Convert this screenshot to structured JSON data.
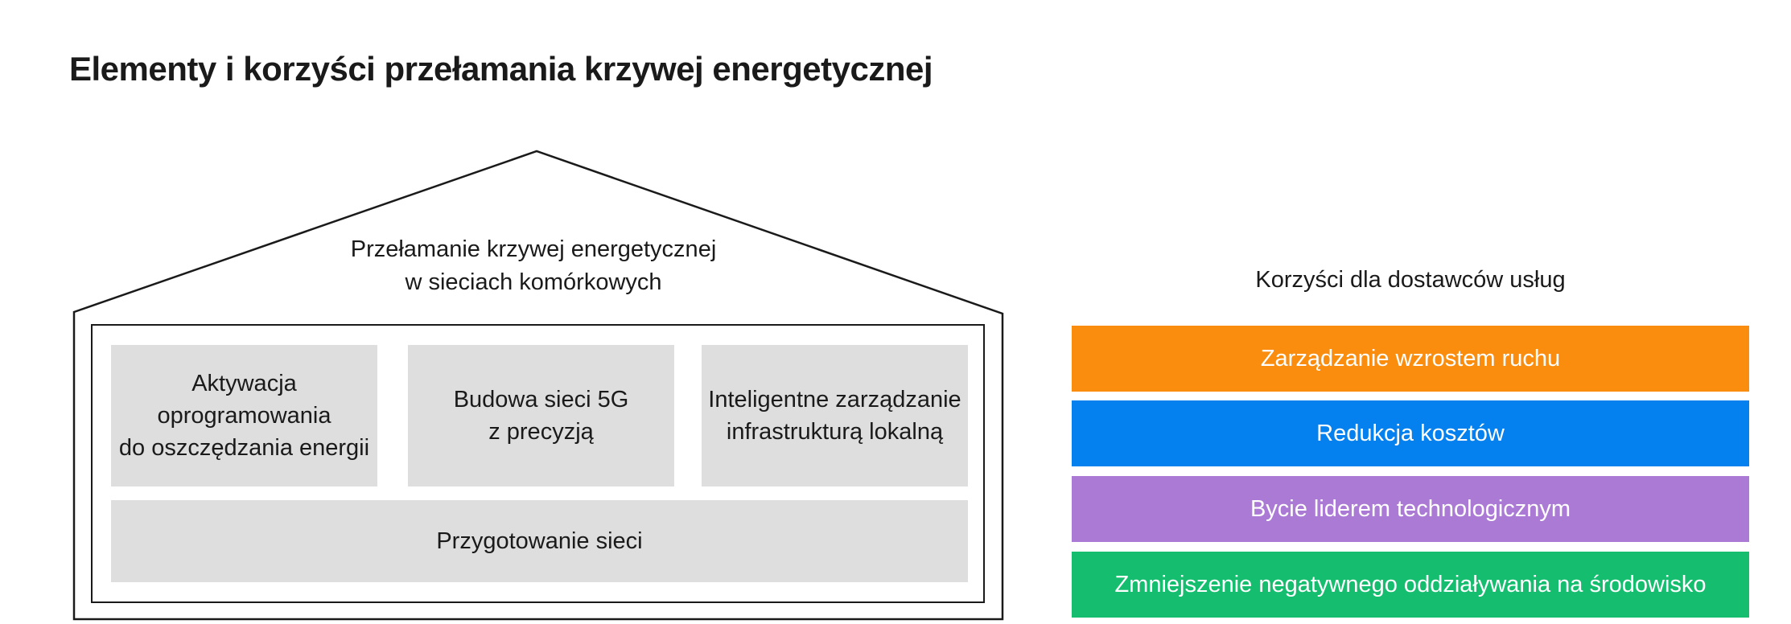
{
  "title": "Elementy i korzyści przełamania krzywej energetycznej",
  "house": {
    "roof_label": "Przełamanie krzywej energetycznej\nw sieciach komórkowych",
    "box_color": "#dedede",
    "outline_color": "#1a1a1a",
    "pillars": [
      {
        "label": "Aktywacja\noprogramowania\ndo oszczędzania energii"
      },
      {
        "label": "Budowa sieci 5G\nz precyzją"
      },
      {
        "label": "Inteligentne zarządzanie\ninfrastrukturą lokalną"
      }
    ],
    "foundation_label": "Przygotowanie sieci"
  },
  "benefits": {
    "heading": "Korzyści dla dostawców usług",
    "text_color": "#ffffff",
    "items": [
      {
        "label": "Zarządzanie wzrostem ruchu",
        "color": "#fa8d0e"
      },
      {
        "label": "Redukcja kosztów",
        "color": "#0581ef"
      },
      {
        "label": "Bycie liderem technologicznym",
        "color": "#ab7ad5"
      },
      {
        "label": "Zmniejszenie negatywnego oddziaływania na środowisko",
        "color": "#15be6f"
      }
    ]
  }
}
